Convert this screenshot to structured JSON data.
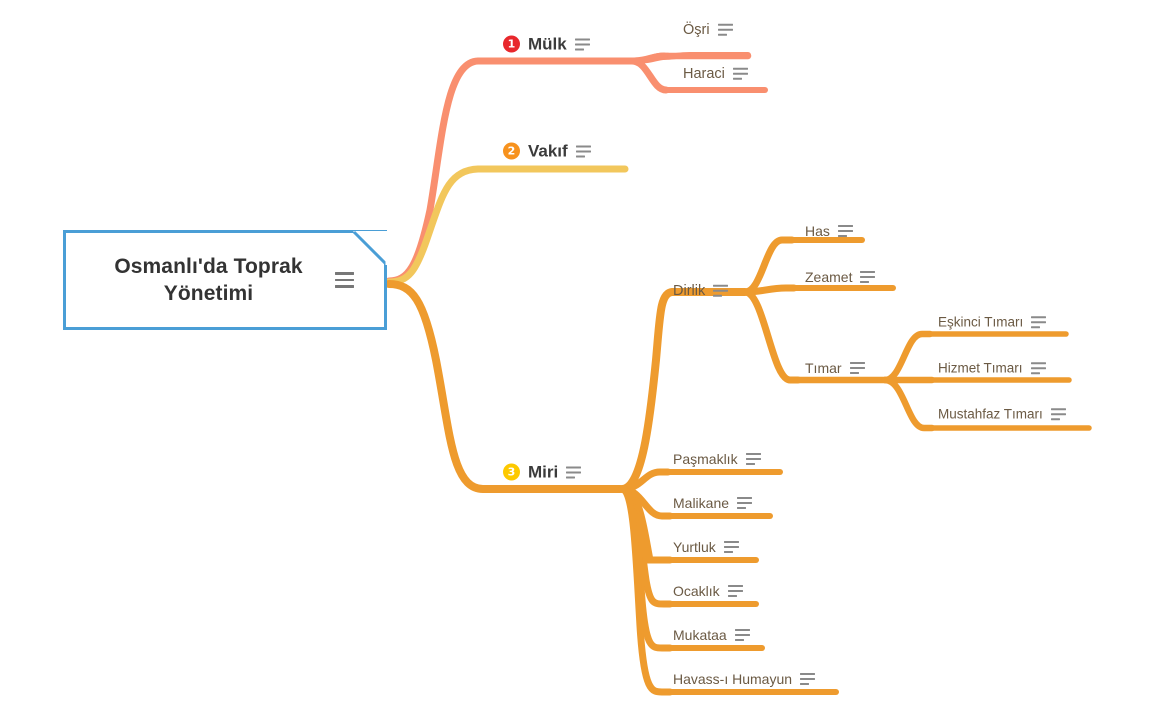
{
  "app": {
    "type": "mindmap",
    "background": "#ffffff"
  },
  "root": {
    "title": "Osmanlı'da Toprak Yönetimi",
    "border_color": "#4a9ed6",
    "note_icon": "note-lines-icon"
  },
  "colors": {
    "branch_mulk": "#F98F6F",
    "branch_vakif": "#F2C75C",
    "branch_miri": "#EE9B2E",
    "badge_1": "#E8272C",
    "badge_2": "#F7921E",
    "badge_3": "#FDC900",
    "label_primary": "#3b3b3b",
    "label_secondary": "#6b5a44",
    "note_icon": "#8a8a8a"
  },
  "branches": [
    {
      "number": "1",
      "label": "Mülk",
      "color": "#F98F6F",
      "badge_color": "#E8272C",
      "children": [
        {
          "label": "Öşri"
        },
        {
          "label": "Haraci"
        }
      ]
    },
    {
      "number": "2",
      "label": "Vakıf",
      "color": "#F2C75C",
      "badge_color": "#F7921E",
      "children": []
    },
    {
      "number": "3",
      "label": "Miri",
      "color": "#EE9B2E",
      "badge_color": "#FDC900",
      "children": [
        {
          "label": "Dirlik",
          "children": [
            {
              "label": "Has"
            },
            {
              "label": "Zeamet"
            },
            {
              "label": "Tımar",
              "children": [
                {
                  "label": "Eşkinci Tımarı"
                },
                {
                  "label": "Hizmet Tımarı"
                },
                {
                  "label": "Mustahfaz Tımarı"
                }
              ]
            }
          ]
        },
        {
          "label": "Paşmaklık"
        },
        {
          "label": "Malikane"
        },
        {
          "label": "Yurtluk"
        },
        {
          "label": "Ocaklık"
        },
        {
          "label": "Mukataa"
        },
        {
          "label": "Havass-ı Humayun"
        }
      ]
    }
  ]
}
